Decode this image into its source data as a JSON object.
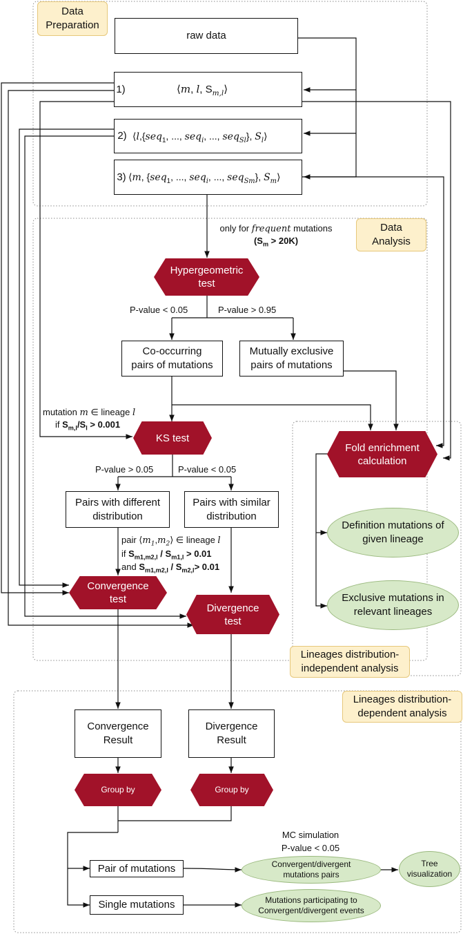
{
  "labels": {
    "data_preparation": "Data\nPreparation",
    "data_analysis": "Data\nAnalysis",
    "lineages_independent": "Lineages distribution-\nindependent analysis",
    "lineages_dependent": "Lineages distribution-\ndependent analysis"
  },
  "boxes": {
    "raw_data": "raw data",
    "item1_num": "1)",
    "item2_num": "2)",
    "item3_num": "3)",
    "co_occurring": "Co-occurring\npairs of mutations",
    "mutually_exclusive": "Mutually exclusive\npairs of mutations",
    "different_distribution": "Pairs with different\ndistribution",
    "similar_distribution": "Pairs with similar\ndistribution",
    "convergence_result": "Convergence\nResult",
    "divergence_result": "Divergence\nResult",
    "pair_of_mutations": "Pair of mutations",
    "single_mutations": "Single mutations"
  },
  "tests": {
    "hypergeometric": "Hypergeometric\ntest",
    "ks": "KS test",
    "fold_enrichment": "Fold enrichment\ncalculation",
    "convergence": "Convergence\ntest",
    "divergence": "Divergence\ntest",
    "group_by_1": "Group by",
    "group_by_2": "Group by"
  },
  "outputs": {
    "definition_mutations": "Definition mutations of\ngiven lineage",
    "exclusive_mutations": "Exclusive mutations in\nrelevant lineages",
    "convergent_pairs": "Convergent/divergent\nmutations pairs",
    "tree_visualization": "Tree\nvisualization",
    "participating": "Mutations participating to\nConvergent/divergent events"
  },
  "annotations": {
    "only_for": "only for",
    "frequent": "frequent",
    "mutations": "mutations",
    "sm_threshold": "> 20K",
    "hyper_low": "P-value < 0.05",
    "hyper_high": "P-value > 0.95",
    "mutation_m": "mutation",
    "in_lineage": "∈ lineage",
    "if": "if",
    "ratio_threshold": "> 0.001",
    "ks_high": "P-value > 0.05",
    "ks_low": "P-value < 0.05",
    "pair": "pair",
    "cond1_prefix": "if",
    "cond2_prefix": "and",
    "cond_threshold": "> 0.01",
    "mc_simulation": "MC simulation",
    "mc_pvalue": "P-value < 0.05"
  },
  "colors": {
    "test_fill": "#a11229",
    "output_fill": "#d7e9c8",
    "label_fill": "#fdf0cc"
  }
}
